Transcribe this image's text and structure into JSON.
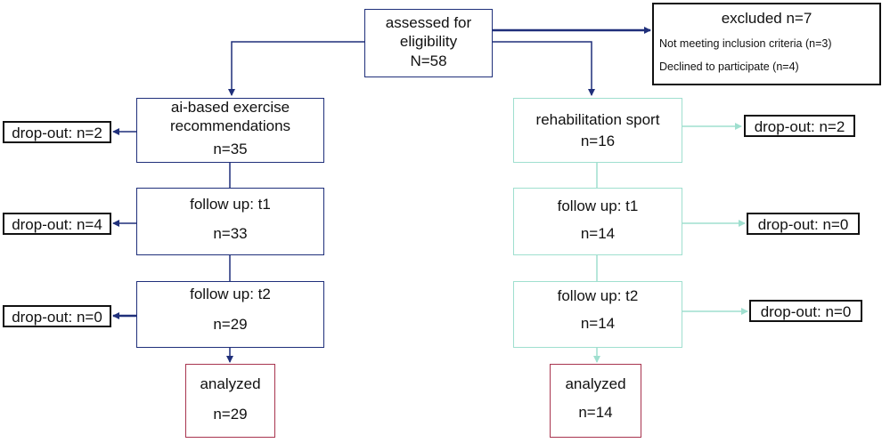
{
  "colors": {
    "ai_arm": "#1f2f7a",
    "rehab_arm": "#9fdfcf",
    "analyzed": "#a8344f",
    "dropout": "#111111"
  },
  "assessed": {
    "line1": "assessed for",
    "line2": "eligibility",
    "count": "N=58"
  },
  "excluded": {
    "title": "excluded n=7",
    "reason1": "Not meeting inclusion criteria (n=3)",
    "reason2": "Declined to participate (n=4)"
  },
  "ai_arm": {
    "allocation": {
      "line1": "ai-based exercise",
      "line2": "recommendations",
      "count": "n=35"
    },
    "followup_t1": {
      "label": "follow up: t1",
      "count": "n=33"
    },
    "followup_t2": {
      "label": "follow up: t2",
      "count": "n=29"
    },
    "analyzed": {
      "label": "analyzed",
      "count": "n=29"
    },
    "dropouts": [
      "drop-out: n=2",
      "drop-out: n=4",
      "drop-out: n=0"
    ]
  },
  "rehab_arm": {
    "allocation": {
      "line1": "rehabilitation sport",
      "count": "n=16"
    },
    "followup_t1": {
      "label": "follow up: t1",
      "count": "n=14"
    },
    "followup_t2": {
      "label": "follow up: t2",
      "count": "n=14"
    },
    "analyzed": {
      "label": "analyzed",
      "count": "n=14"
    },
    "dropouts": [
      "drop-out: n=2",
      "drop-out: n=0",
      "drop-out: n=0"
    ]
  }
}
